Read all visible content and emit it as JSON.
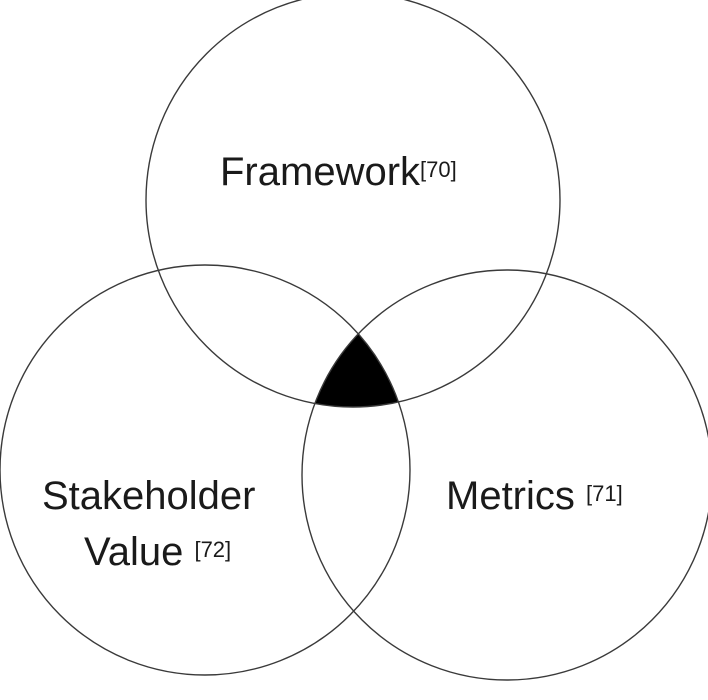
{
  "diagram": {
    "type": "venn-3",
    "colors": {
      "outline": "#3a3a3a",
      "center_fill": "#000000",
      "background": "#ffffff",
      "text": "#1a1a1a"
    },
    "sets": {
      "framework": {
        "label": "Framework",
        "ref": "[70]"
      },
      "metrics": {
        "label": "Metrics ",
        "ref": "[71]"
      },
      "stakeholder": {
        "label_line1": "Stakeholder",
        "label_line2": "Value ",
        "ref": "[72]"
      }
    },
    "center_intersection": {
      "filled": true
    }
  }
}
